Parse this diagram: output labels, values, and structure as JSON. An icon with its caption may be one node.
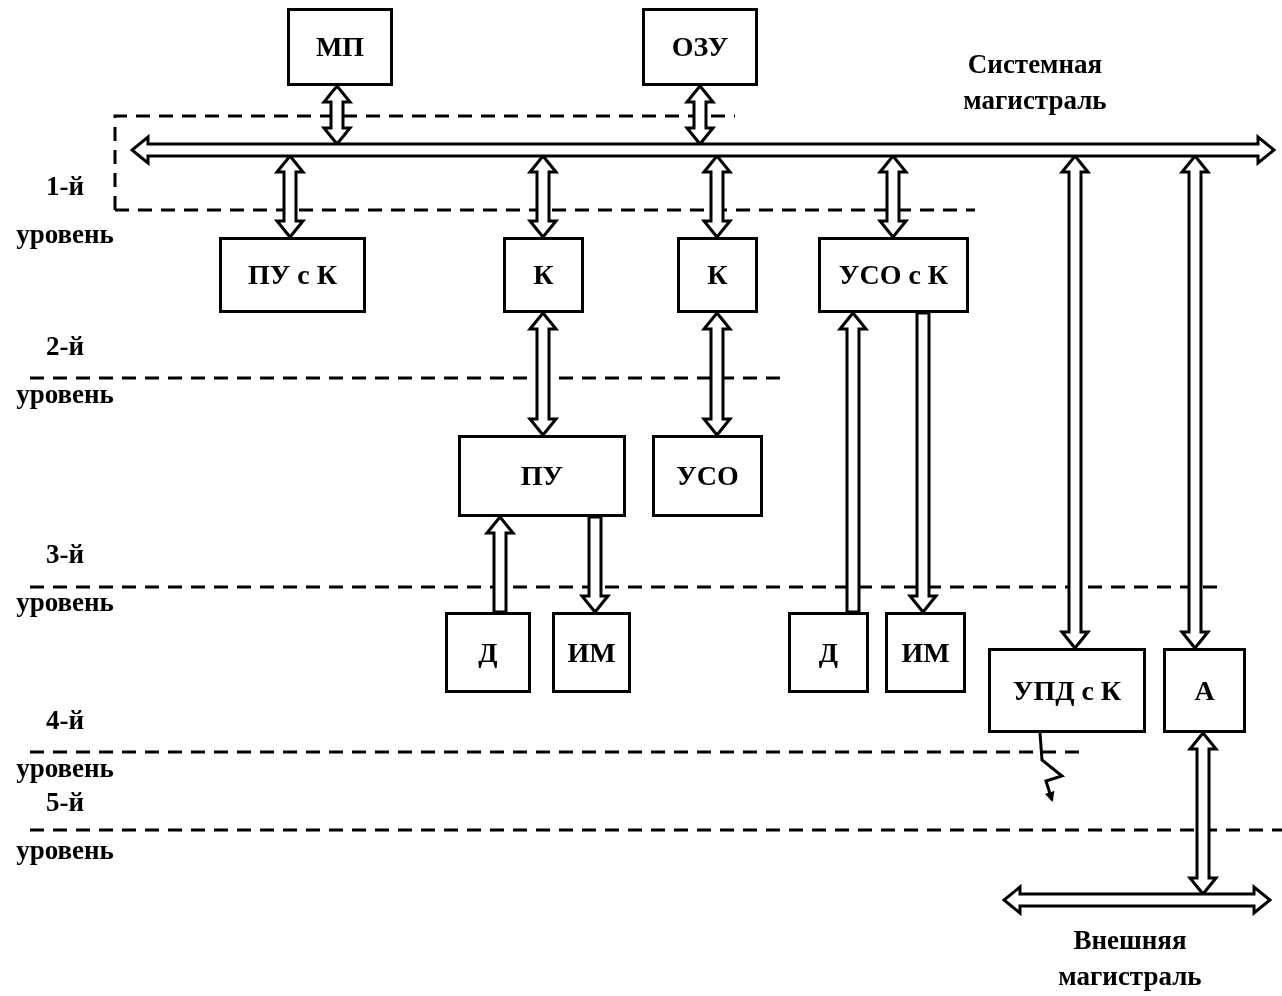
{
  "diagram": {
    "nodes": [
      {
        "text": [
          "МП"
        ]
      },
      {
        "text": [
          "ОЗУ"
        ]
      },
      {
        "text": [],
        "shape": "bar",
        "beside": [
          "Системная магистраль"
        ]
      },
      {
        "text": [
          "ПУ с К"
        ]
      },
      {
        "text": [
          "К"
        ]
      },
      {
        "text": [
          "К"
        ]
      },
      {
        "text": [
          "УСО с К"
        ]
      },
      {
        "text": [
          "ПУ"
        ]
      },
      {
        "text": [
          "УСО"
        ]
      },
      {
        "text": [
          "Д"
        ]
      },
      {
        "text": [
          "ИМ"
        ]
      },
      {
        "text": [
          "Д"
        ]
      },
      {
        "text": [
          "ИМ"
        ]
      },
      {
        "text": [
          "УПД с К"
        ]
      },
      {
        "text": [
          "А"
        ]
      },
      {
        "text": [],
        "shape": "bar",
        "beside": [
          "Внешняя магистраль"
        ]
      }
    ],
    "edges": [
      {
        "from": 0,
        "to": 2,
        "arrow": "both"
      },
      {
        "from": 1,
        "to": 2,
        "arrow": "both"
      },
      {
        "from": 2,
        "to": 3,
        "arrow": "both"
      },
      {
        "from": 2,
        "to": 4,
        "arrow": "both"
      },
      {
        "from": 2,
        "to": 5,
        "arrow": "both"
      },
      {
        "from": 2,
        "to": 6,
        "arrow": "both"
      },
      {
        "from": 2,
        "to": 13,
        "arrow": "both"
      },
      {
        "from": 2,
        "to": 14,
        "arrow": "both"
      },
      {
        "from": 4,
        "to": 7,
        "arrow": "both"
      },
      {
        "from": 5,
        "to": 8,
        "arrow": "both"
      },
      {
        "from": 9,
        "to": 7,
        "arrow": "to"
      },
      {
        "from": 7,
        "to": 10,
        "arrow": "to"
      },
      {
        "from": 11,
        "to": 6,
        "arrow": "to"
      },
      {
        "from": 6,
        "to": 12,
        "arrow": "to"
      },
      {
        "from": 14,
        "to": 15,
        "arrow": "both"
      },
      {
        "from": 13,
        "to": null,
        "arrow": "to"
      }
    ],
    "labels": [
      "1-й уровень",
      "2-й уровень",
      "3-й уровень",
      "4-й уровень",
      "5-й уровень"
    ]
  }
}
